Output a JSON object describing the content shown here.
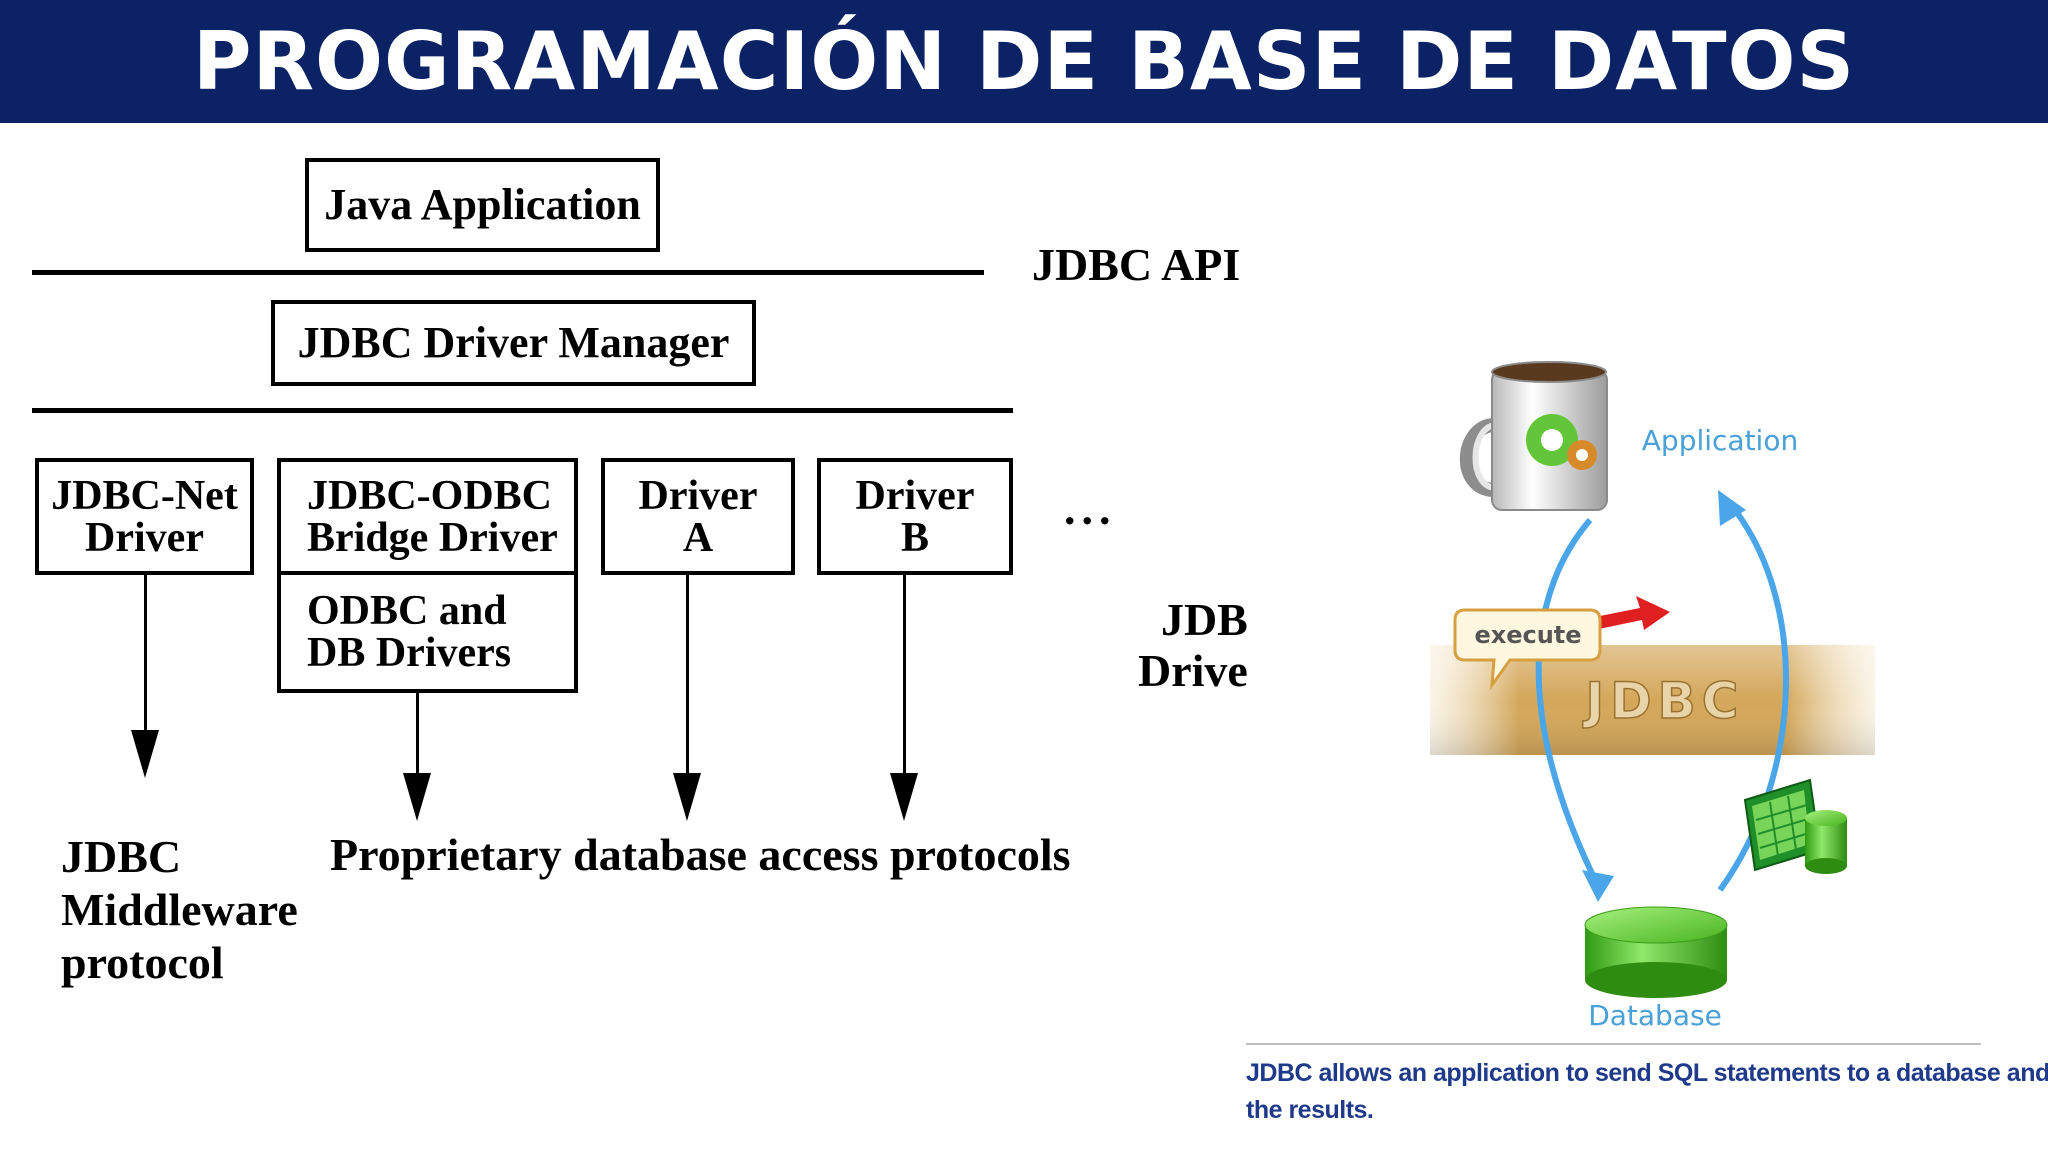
{
  "title": "PROGRAMACIÓN DE BASE DE DATOS",
  "left_diagram": {
    "java_application": "Java Application",
    "jdbc_api": "JDBC API",
    "driver_manager": "JDBC Driver Manager",
    "drivers": [
      {
        "line1": "JDBC-Net",
        "line2": "Driver"
      },
      {
        "line1": "JDBC-ODBC",
        "line2": "Bridge Driver"
      },
      {
        "line1": "Driver",
        "line2": "A"
      },
      {
        "line1": "Driver",
        "line2": "B"
      }
    ],
    "odbc_box": {
      "line1": "ODBC and",
      "line2": "DB Drivers"
    },
    "ellipsis": "...",
    "jdbc_drive": {
      "line1": "JDB",
      "line2": "Drive"
    },
    "middleware": {
      "line1": "JDBC",
      "line2": "Middleware",
      "line3": "protocol"
    },
    "proprietary": "Proprietary database access protocols"
  },
  "right_diagram": {
    "application_label": "Application",
    "execute_label": "execute",
    "jdbc_label": "JDBC",
    "database_label": "Database",
    "caption_line1": "JDBC allows an application to send SQL statements to a database and receive",
    "caption_line2": "the results."
  },
  "colors": {
    "title_bg": "#0b2265",
    "label_blue": "#4aa0d8",
    "arrow_blue": "#4aa6e8",
    "band_gold": "#c8983c",
    "db_green": "#46c21e",
    "caption_blue": "#1f3a8a"
  }
}
